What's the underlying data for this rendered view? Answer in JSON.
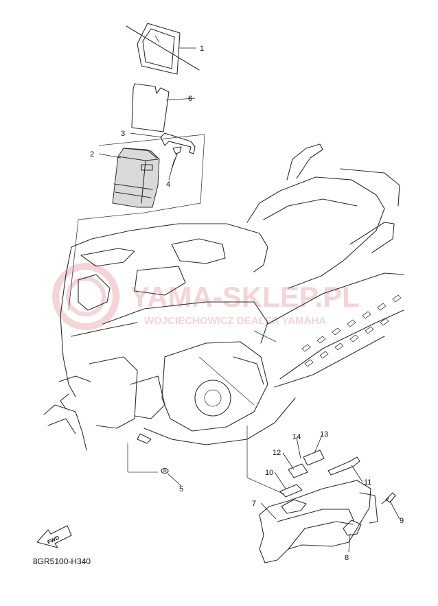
{
  "callouts": [
    {
      "number": "1"
    },
    {
      "number": "2"
    },
    {
      "number": "3"
    },
    {
      "number": "4"
    },
    {
      "number": "5"
    },
    {
      "number": "6"
    },
    {
      "number": "7"
    },
    {
      "number": "8"
    },
    {
      "number": "9"
    },
    {
      "number": "10"
    },
    {
      "number": "11"
    },
    {
      "number": "12"
    },
    {
      "number": "13"
    },
    {
      "number": "14"
    }
  ],
  "fwd_label": "FWD",
  "diagram_code": "8GR5100-H340",
  "watermark": {
    "title": "YAMA-SKLEP.PL",
    "subtitle": "WOJCIECHOWICZ DEALER YAMAHA",
    "color": "#e8a0a4"
  }
}
